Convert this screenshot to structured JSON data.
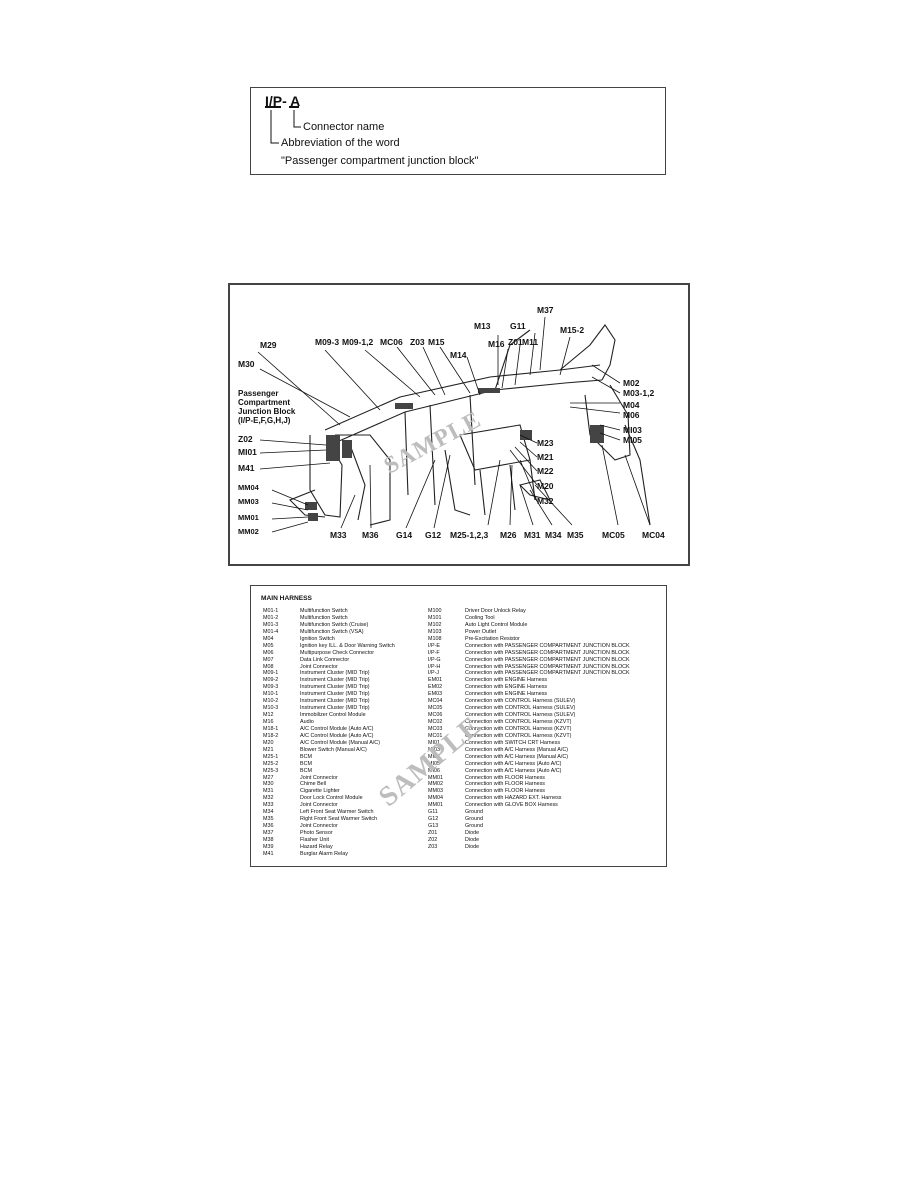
{
  "legend": {
    "code": "I/P- A",
    "line1": "Connector name",
    "line2": "Abbreviation of the word",
    "line3": "\"Passenger compartment junction block\""
  },
  "diagram": {
    "labels": {
      "m29": "M29",
      "m09_3": "M09-3",
      "m09_12": "M09-1,2",
      "mc06": "MC06",
      "z03": "Z03",
      "m15": "M15",
      "m14": "M14",
      "m13": "M13",
      "m16": "M16",
      "z01": "Z01",
      "g11": "G11",
      "m11": "M11",
      "m37": "M37",
      "m15_2": "M15-2",
      "m30": "M30",
      "pcjb1": "Passenger",
      "pcjb2": "Compartment",
      "pcjb3": "Junction Block",
      "pcjb4": "(I/P-E,F,G,H,J)",
      "z02": "Z02",
      "mi01": "MI01",
      "m41": "M41",
      "mm04": "MM04",
      "mm03": "MM03",
      "mm01": "MM01",
      "mm02": "MM02",
      "m33": "M33",
      "m36": "M36",
      "g14": "G14",
      "g12": "G12",
      "m25": "M25-1,2,3",
      "m26": "M26",
      "m31": "M31",
      "m34": "M34",
      "m35": "M35",
      "mc05": "MC05",
      "mc04": "MC04",
      "m02": "M02",
      "m03": "M03-1,2",
      "m04": "M04",
      "m06": "M06",
      "mi03": "MI03",
      "mi05": "MI05",
      "m23": "M23",
      "m21": "M21",
      "m22": "M22",
      "m20": "M20",
      "m32": "M32"
    },
    "watermark": "SAMPLE"
  },
  "table": {
    "title": "MAIN HARNESS",
    "watermark": "SAMPLE",
    "left": [
      {
        "code": "M01-1",
        "name": "Multifunction Switch"
      },
      {
        "code": "M01-2",
        "name": "Multifunction Switch"
      },
      {
        "code": "M01-3",
        "name": "Multifunction Switch (Cruise)"
      },
      {
        "code": "M01-4",
        "name": "Multifunction Switch (VSA)"
      },
      {
        "code": "M04",
        "name": "Ignition Switch"
      },
      {
        "code": "M05",
        "name": "Ignition key ILL. & Door Warning Switch"
      },
      {
        "code": "M06",
        "name": "Multipurpose Check Connector"
      },
      {
        "code": "M07",
        "name": "Data Link Connector"
      },
      {
        "code": "M08",
        "name": "Joint Connector"
      },
      {
        "code": "M09-1",
        "name": "Instrument Cluster (MID Trip)"
      },
      {
        "code": "M09-2",
        "name": "Instrument Cluster (MID Trip)"
      },
      {
        "code": "M09-3",
        "name": "Instrument Cluster (MID Trip)"
      },
      {
        "code": "M10-1",
        "name": "Instrument Cluster (MID Trip)"
      },
      {
        "code": "M10-2",
        "name": "Instrument Cluster (MID Trip)"
      },
      {
        "code": "M10-3",
        "name": "Instrument Cluster (MID Trip)"
      },
      {
        "code": "M12",
        "name": "Immobilizer Control Module"
      },
      {
        "code": "M16",
        "name": "Audio"
      },
      {
        "code": "M18-1",
        "name": "A/C Control Module (Auto A/C)"
      },
      {
        "code": "M18-2",
        "name": "A/C Control Module (Auto A/C)"
      },
      {
        "code": "M20",
        "name": "A/C Control Module (Manual A/C)"
      },
      {
        "code": "M21",
        "name": "Blower Switch (Manual A/C)"
      },
      {
        "code": "M25-1",
        "name": "BCM"
      },
      {
        "code": "M25-2",
        "name": "BCM"
      },
      {
        "code": "M25-3",
        "name": "BCM"
      },
      {
        "code": "M27",
        "name": "Joint Connector"
      },
      {
        "code": "M30",
        "name": "Chime Bell"
      },
      {
        "code": "M31",
        "name": "Cigarette Lighter"
      },
      {
        "code": "M32",
        "name": "Door Lock Control Module"
      },
      {
        "code": "M33",
        "name": "Joint Connector"
      },
      {
        "code": "M34",
        "name": "Left Front Seat Warmer Switch"
      },
      {
        "code": "M35",
        "name": "Right Front Seat Warmer Switch"
      },
      {
        "code": "M36",
        "name": "Joint Connector"
      },
      {
        "code": "M37",
        "name": "Photo Sensor"
      },
      {
        "code": "M38",
        "name": "Flasher Unit"
      },
      {
        "code": "M39",
        "name": "Hazard Relay"
      },
      {
        "code": "M41",
        "name": "Burglar Alarm Relay"
      }
    ],
    "right": [
      {
        "code": "M100",
        "name": "Driver Door Unlock Relay"
      },
      {
        "code": "M101",
        "name": "Cooling Tool"
      },
      {
        "code": "M102",
        "name": "Auto Light Control Module"
      },
      {
        "code": "M103",
        "name": "Power Outlet"
      },
      {
        "code": "M108",
        "name": "Pre-Excitation Resistor"
      },
      {
        "code": "I/P-E",
        "name": "Connection with PASSENGER COMPARTMENT JUNCTION BLOCK"
      },
      {
        "code": "I/P-F",
        "name": "Connection with PASSENGER COMPARTMENT JUNCTION BLOCK"
      },
      {
        "code": "I/P-G",
        "name": "Connection with PASSENGER COMPARTMENT JUNCTION BLOCK"
      },
      {
        "code": "I/P-H",
        "name": "Connection with PASSENGER COMPARTMENT JUNCTION BLOCK"
      },
      {
        "code": "I/P-J",
        "name": "Connection with PASSENGER COMPARTMENT JUNCTION BLOCK"
      },
      {
        "code": "EM01",
        "name": "Connection with ENGINE Harness"
      },
      {
        "code": "EM02",
        "name": "Connection with ENGINE Harness"
      },
      {
        "code": "EM03",
        "name": "Connection with ENGINE Harness"
      },
      {
        "code": "MC04",
        "name": "Connection with CONTROL Harness (SULEV)"
      },
      {
        "code": "MC05",
        "name": "Connection with CONTROL Harness (SULEV)"
      },
      {
        "code": "MC06",
        "name": "Connection with CONTROL Harness (SULEV)"
      },
      {
        "code": "MC02",
        "name": "Connection with CONTROL Harness (KZVT)"
      },
      {
        "code": "MC03",
        "name": "Connection with CONTROL Harness (KZVT)"
      },
      {
        "code": "MC01",
        "name": "Connection with CONTROL Harness (KZVT)"
      },
      {
        "code": "MI01",
        "name": "Connection with SWITCH CRT Harness"
      },
      {
        "code": "MI03",
        "name": "Connection with A/C Harness (Manual A/C)"
      },
      {
        "code": "MI04",
        "name": "Connection with A/C Harness (Manual A/C)"
      },
      {
        "code": "MI05",
        "name": "Connection with A/C Harness (Auto A/C)"
      },
      {
        "code": "MI06",
        "name": "Connection with A/C Harness (Auto A/C)"
      },
      {
        "code": "MM01",
        "name": "Connection with FLOOR Harness"
      },
      {
        "code": "MM02",
        "name": "Connection with FLOOR Harness"
      },
      {
        "code": "MM03",
        "name": "Connection with FLOOR Harness"
      },
      {
        "code": "MM04",
        "name": "Connection with HAZARD EXT. Harness"
      },
      {
        "code": "MM01",
        "name": "Connection with GLOVE BOX Harness"
      },
      {
        "code": "G11",
        "name": "Ground"
      },
      {
        "code": "G12",
        "name": "Ground"
      },
      {
        "code": "G13",
        "name": "Ground"
      },
      {
        "code": "Z01",
        "name": "Diode"
      },
      {
        "code": "Z02",
        "name": "Diode"
      },
      {
        "code": "Z03",
        "name": "Diode"
      }
    ]
  }
}
